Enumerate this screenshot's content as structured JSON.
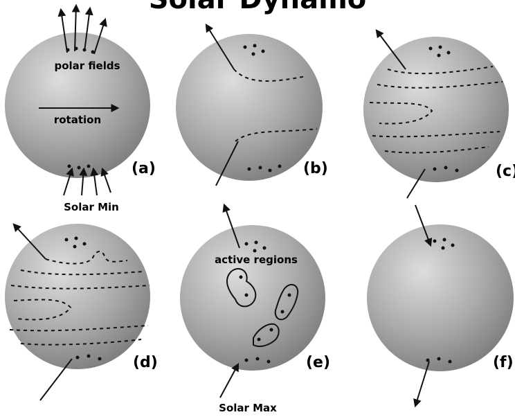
{
  "title": "Solar Dynamo",
  "panels": [
    {
      "id": "a",
      "label": "(a)"
    },
    {
      "id": "b",
      "label": "(b)"
    },
    {
      "id": "c",
      "label": "(c)"
    },
    {
      "id": "d",
      "label": "(d)"
    },
    {
      "id": "e",
      "label": "(e)"
    },
    {
      "id": "f",
      "label": "(f)"
    }
  ],
  "annotations": {
    "polar_fields": "polar fields",
    "rotation": "rotation",
    "active_regions": "active regions",
    "solar_min": "Solar Min",
    "solar_max": "Solar Max"
  },
  "colors": {
    "sphere_light": "#d8d8d8",
    "sphere_mid": "#a9a9a9",
    "sphere_dark": "#777777",
    "ink": "#111111"
  }
}
